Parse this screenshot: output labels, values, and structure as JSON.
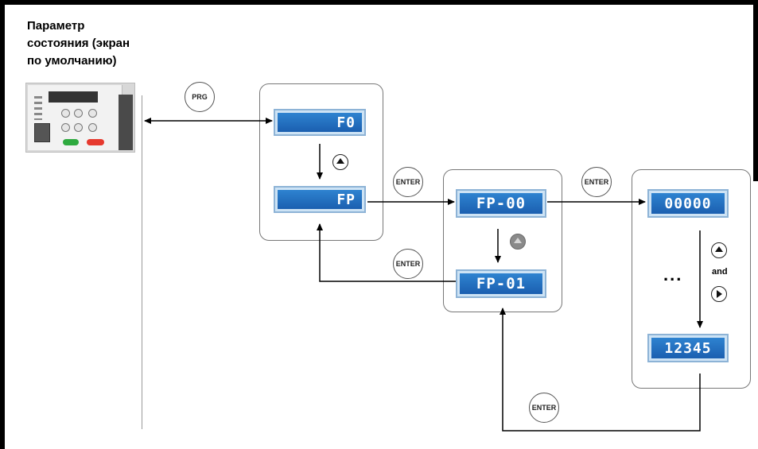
{
  "title": {
    "line1": "Параметр",
    "line2": "состояния (экран",
    "line3": "по умолчанию)"
  },
  "keys": {
    "prg": "PRG",
    "enter": "ENTER"
  },
  "displays": {
    "f0": "F0",
    "fp": "FP",
    "fp00": "FP-00",
    "fp01": "FP-01",
    "zeros": "00000",
    "value": "12345"
  },
  "labels": {
    "and": "and",
    "ellipsis": "..."
  },
  "icons": {
    "up": "up-arrow-key-icon",
    "right": "right-arrow-key-icon"
  },
  "colors": {
    "display_blue": "#1b5fb0",
    "frame": "#000000"
  }
}
